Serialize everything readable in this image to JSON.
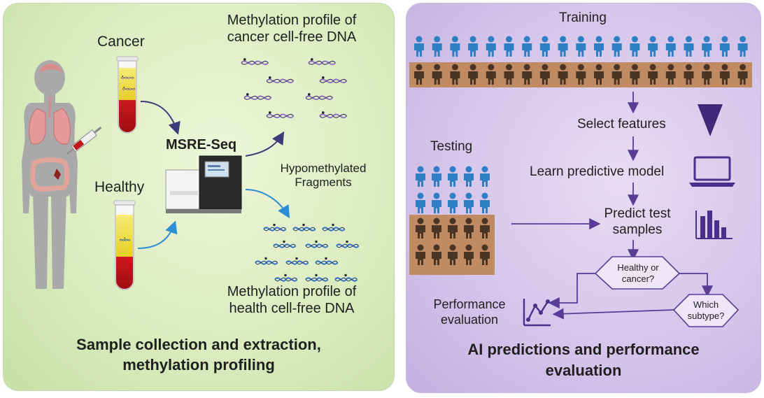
{
  "left": {
    "cancer_label": "Cancer",
    "healthy_label": "Healthy",
    "method_label": "MSRE-Seq",
    "hypo_line1": "Hypomethylated",
    "hypo_line2": "Fragments",
    "cancer_profile_line1": "Methylation profile of",
    "cancer_profile_line2": "cancer cell-free DNA",
    "healthy_profile_line1": "Methylation profile of",
    "healthy_profile_line2": "health cell-free DNA",
    "title_line1": "Sample collection and extraction,",
    "title_line2": "methylation profiling"
  },
  "right": {
    "training_label": "Training",
    "testing_label": "Testing",
    "step_select": "Select features",
    "step_learn": "Learn predictive model",
    "step_predict_line1": "Predict test",
    "step_predict_line2": "samples",
    "decision1_line1": "Healthy or",
    "decision1_line2": "cancer?",
    "decision2_line1": "Which",
    "decision2_line2": "subtype?",
    "perf_line1": "Performance",
    "perf_line2": "evaluation",
    "title_line1": "AI predictions and performance",
    "title_line2": "evaluation"
  },
  "icons": [
    "human-body-icon",
    "syringe-icon",
    "test-tube-icon",
    "sequencer-icon",
    "dna-fragment-icon",
    "person-icon",
    "funnel-icon",
    "laptop-icon",
    "bar-chart-icon",
    "line-chart-icon"
  ],
  "colors": {
    "left_bg": "#dcecc0",
    "right_bg": "#d4c4ea",
    "blood": "#c0141b",
    "plasma": "#f1de3a",
    "person_blue": "#2f7fc4",
    "person_brown": "#4a3524",
    "band_brown": "#c08a63",
    "arrow_navy": "#3c3a78",
    "arrow_blue": "#2c8fd6",
    "flow_purple": "#5a3b96",
    "dna_purple": "#8e73c4",
    "dna_blue": "#2f6fc4"
  }
}
